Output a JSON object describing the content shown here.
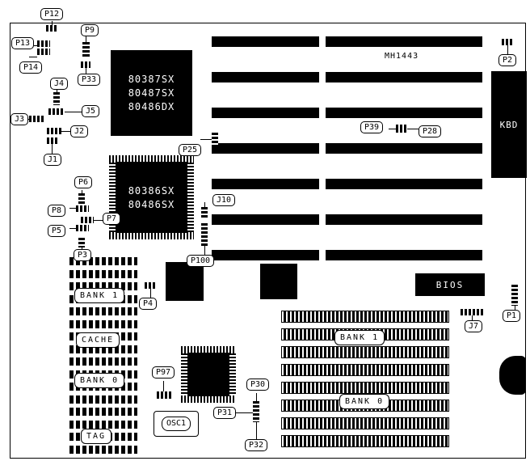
{
  "board": {
    "model": "MH1443"
  },
  "labels": {
    "p12": "P12",
    "p13": "P13",
    "p14": "P14",
    "p9": "P9",
    "p33": "P33",
    "j4": "J4",
    "j3": "J3",
    "j5": "J5",
    "j2": "J2",
    "j1": "J1",
    "p6": "P6",
    "p8": "P8",
    "p7": "P7",
    "p5": "P5",
    "p3": "P3",
    "p25": "P25",
    "j10": "J10",
    "p100": "P100",
    "p4": "P4",
    "p39": "P39",
    "p28": "P28",
    "p2": "P2",
    "j7": "J7",
    "p1": "P1",
    "p97": "P97",
    "p30": "P30",
    "p31": "P31",
    "p32": "P32",
    "osc1": "OSC1"
  },
  "chips": {
    "fpu": [
      "80387SX",
      "80487SX",
      "80486DX"
    ],
    "cpu": [
      "80386SX",
      "80486SX"
    ],
    "bios": "BIOS",
    "kbd": "KBD"
  },
  "memory": {
    "left_labels": [
      "BANK 1",
      "CACHE",
      "BANK 0",
      "TAG"
    ],
    "right_labels": [
      "BANK 1",
      "BANK 0"
    ]
  }
}
